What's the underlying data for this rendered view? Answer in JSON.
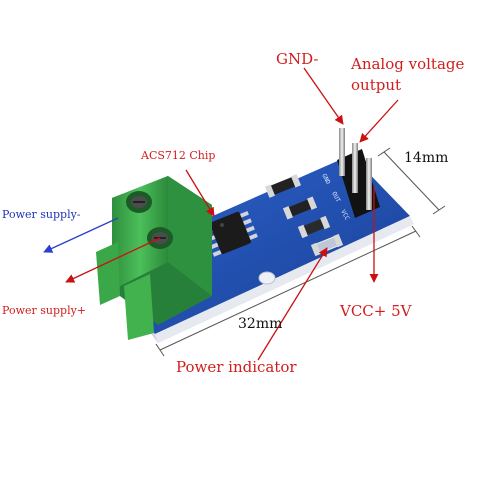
{
  "labels": {
    "gnd": "GND-",
    "analog": "Analog voltage",
    "analog_line2": "output",
    "chip": "ACS712 Chip",
    "supply_minus": "Power supply-",
    "supply_plus": "Power supply+",
    "width_dim": "14mm",
    "length_dim": "32mm",
    "vcc": "VCC+ 5V",
    "indicator": "Power indicator"
  },
  "board": {
    "silk_gnd": "GND",
    "silk_out": "OUT",
    "silk_vcc": "VCC"
  },
  "colors": {
    "pcb": "#1f4fb2",
    "terminal": "#3aa748",
    "label_red": "#d31d1d",
    "label_blue": "#1f33b5",
    "arrow_red": "#cc1010",
    "arrow_blue": "#2a3fcf"
  }
}
